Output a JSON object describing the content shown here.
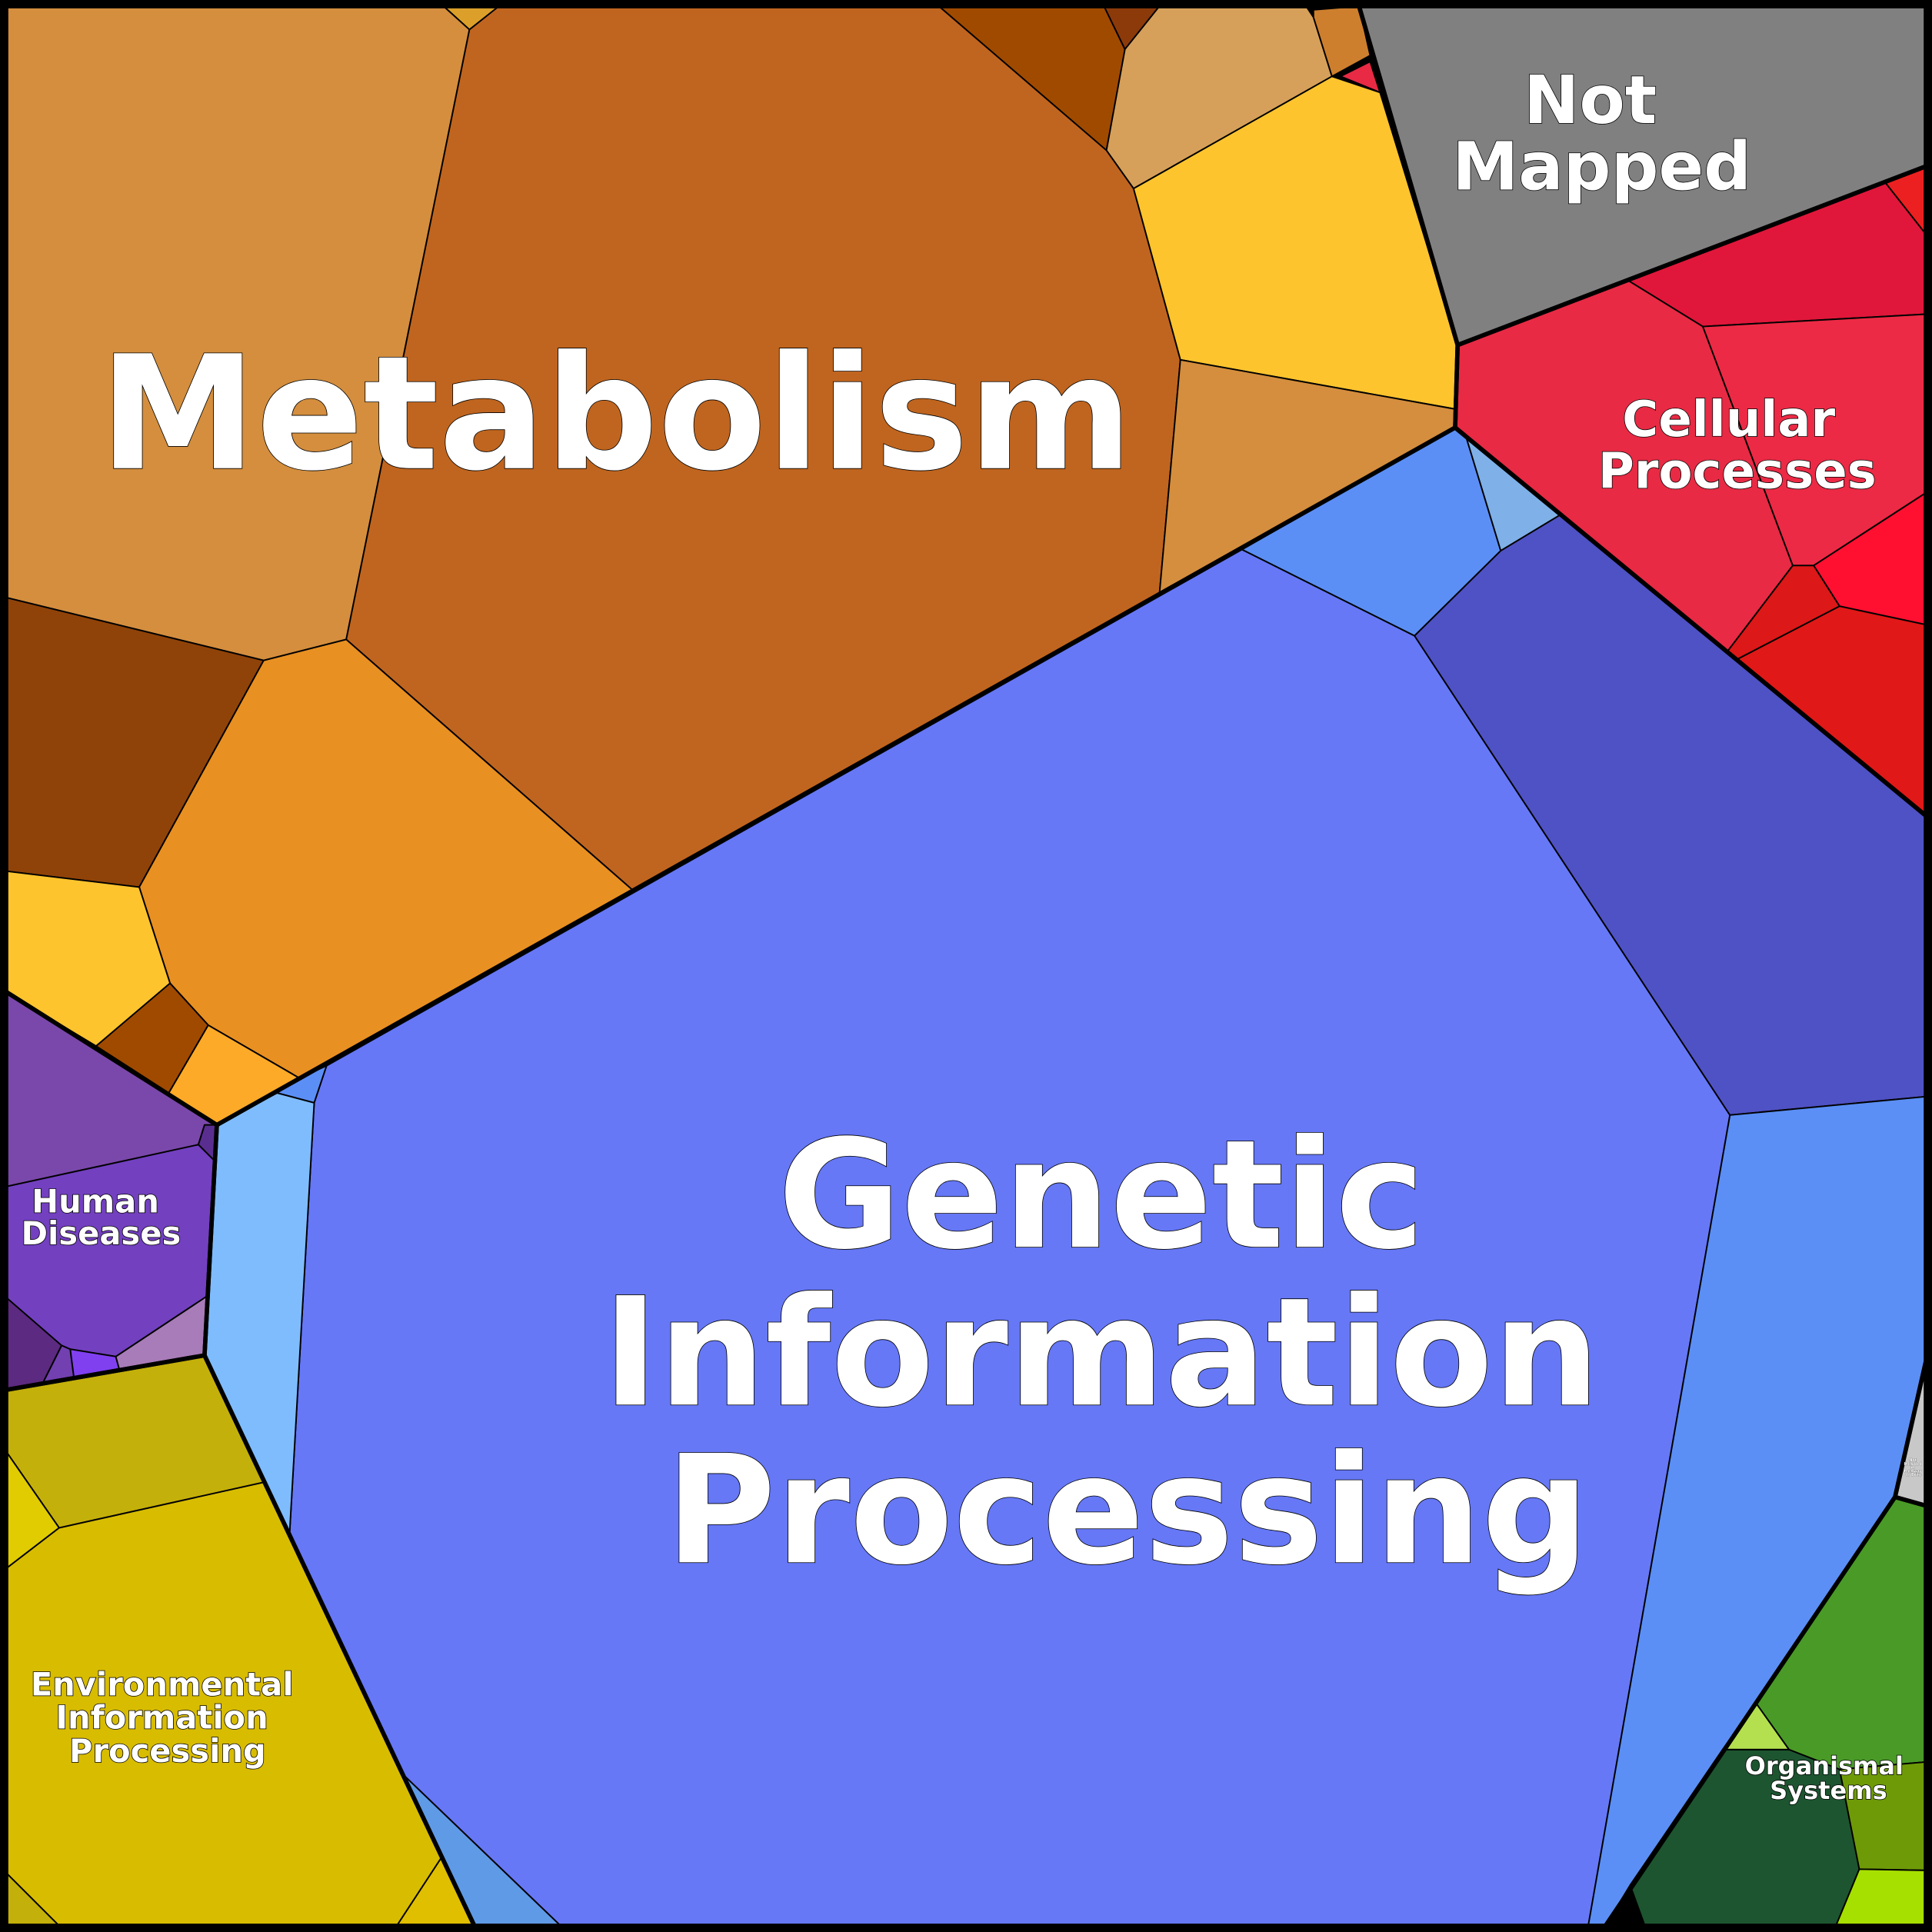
{
  "categories": [
    {
      "key": "metabolism",
      "label_lines": [
        "Metabolism"
      ],
      "color": "#c0651f"
    },
    {
      "key": "genetic",
      "label_lines": [
        "Genetic",
        "Information",
        "Processing"
      ],
      "color": "#6678f6"
    },
    {
      "key": "not_mapped",
      "label_lines": [
        "Not",
        "Mapped"
      ],
      "color": "#808080"
    },
    {
      "key": "cellular",
      "label_lines": [
        "Cellular",
        "Processes"
      ],
      "color": "#e82a44"
    },
    {
      "key": "human",
      "label_lines": [
        "Human",
        "Diseases"
      ],
      "color": "#7340c0"
    },
    {
      "key": "environmental",
      "label_lines": [
        "Environmental",
        "Information",
        "Processing"
      ],
      "color": "#d8bc00"
    },
    {
      "key": "organismal",
      "label_lines": [
        "Organismal",
        "Systems"
      ],
      "color": "#4a9a28"
    },
    {
      "key": "not_included",
      "label_lines": [
        "Not",
        "Included",
        "in",
        "Pathway",
        "or Brite"
      ],
      "color": "#c8c8c8"
    }
  ]
}
